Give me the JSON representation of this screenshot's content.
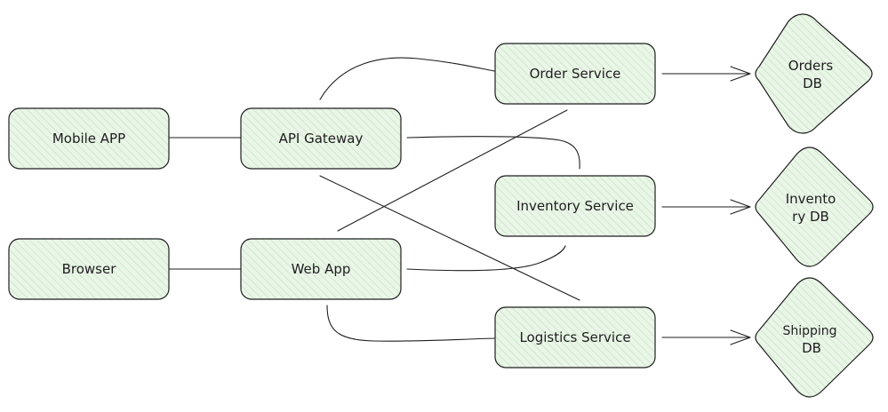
{
  "diagram": {
    "colors": {
      "fill": "#eaf6e8",
      "hatch": "#c4e3c0",
      "stroke": "#1e1e1e",
      "text": "#1e1e1e",
      "background": "#ffffff"
    },
    "nodes": {
      "mobile_app": {
        "label": "Mobile APP"
      },
      "browser": {
        "label": "Browser"
      },
      "api_gateway": {
        "label": "API Gateway"
      },
      "web_app": {
        "label": "Web App"
      },
      "order_service": {
        "label": "Order Service"
      },
      "inventory_service": {
        "label": "Inventory Service"
      },
      "logistics_service": {
        "label": "Logistics Service"
      },
      "orders_db": {
        "label_line1": "Orders",
        "label_line2": "DB"
      },
      "inventory_db": {
        "label_line1": "Invento",
        "label_line2": "ry DB"
      },
      "shipping_db": {
        "label_line1": "Shipping",
        "label_line2": "DB"
      }
    },
    "edges": [
      {
        "from": "mobile_app",
        "to": "api_gateway",
        "arrow": false
      },
      {
        "from": "browser",
        "to": "web_app",
        "arrow": false
      },
      {
        "from": "api_gateway",
        "to": "order_service",
        "arrow": false
      },
      {
        "from": "api_gateway",
        "to": "inventory_service",
        "arrow": false
      },
      {
        "from": "api_gateway",
        "to": "logistics_service",
        "arrow": false
      },
      {
        "from": "web_app",
        "to": "order_service",
        "arrow": false
      },
      {
        "from": "web_app",
        "to": "inventory_service",
        "arrow": false
      },
      {
        "from": "web_app",
        "to": "logistics_service",
        "arrow": false
      },
      {
        "from": "order_service",
        "to": "orders_db",
        "arrow": true
      },
      {
        "from": "inventory_service",
        "to": "inventory_db",
        "arrow": true
      },
      {
        "from": "logistics_service",
        "to": "shipping_db",
        "arrow": true
      }
    ]
  }
}
